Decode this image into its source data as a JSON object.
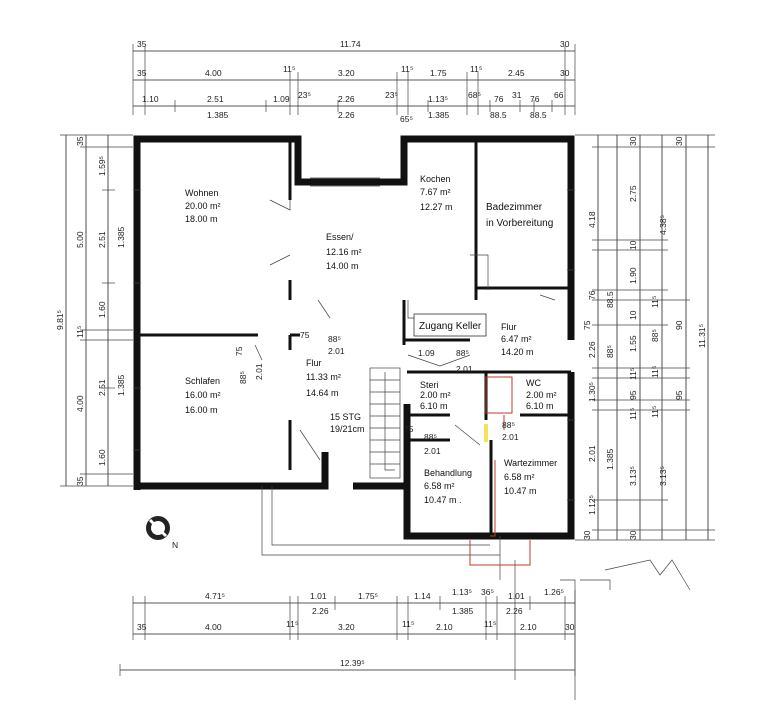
{
  "rooms": {
    "wohnen": {
      "name": "Wohnen",
      "area": "20.00 m²",
      "perimeter": "18.00 m"
    },
    "kochen": {
      "name": "Kochen",
      "area": "7.67 m²",
      "perimeter": "12.27 m"
    },
    "badezimmer": {
      "line1": "Badezimmer",
      "line2": "in Vorbereitung"
    },
    "essen": {
      "name": "Essen/",
      "area": "12.16 m²",
      "perimeter": "14.00 m"
    },
    "zugang": {
      "name": "Zugang Keller"
    },
    "flur_oben": {
      "name": "Flur",
      "area": "6.47 m²",
      "perimeter": "14.20 m"
    },
    "schlafen": {
      "name": "Schlafen",
      "area": "16.00 m²",
      "perimeter": "16.00 m"
    },
    "flur": {
      "name": "Flur",
      "area": "11.33 m²",
      "perimeter": "14.64 m"
    },
    "treppe": {
      "line1": "15 STG",
      "line2": "19/21cm"
    },
    "steri": {
      "name": "Steri",
      "area": "2.00 m²",
      "perimeter": "6.10 m"
    },
    "wc": {
      "name": "WC",
      "area": "2.00 m²",
      "perimeter": "6.10 m"
    },
    "behandlung": {
      "name": "Behandlung",
      "area": "6.58 m²",
      "perimeter": "10.47 m ."
    },
    "wartezimmer": {
      "name": "Wartezimmer",
      "area": "6.58 m²",
      "perimeter": "10.47 m"
    }
  },
  "dims_top": {
    "row1": [
      "35",
      "11.74",
      "30"
    ],
    "row2": [
      "35",
      "4.00",
      "11⁵",
      "3.20",
      "11⁵",
      "1.75",
      "11⁵",
      "2.45",
      "30"
    ],
    "row3a": [
      "1.10",
      "2.51",
      "1.09",
      "23⁵",
      "2.26",
      "23⁵",
      "1.13⁵",
      "68⁵",
      "76",
      "31",
      "76",
      "66"
    ],
    "row3b": [
      "1.385",
      "2.26",
      "65⁵",
      "1.385",
      "88.5",
      "88.5"
    ]
  },
  "dims_bottom": {
    "row1a": [
      "4.71⁵",
      "1.01",
      "1.75⁵",
      "1.14",
      "1.13⁵",
      "36⁵",
      "1.01",
      "1.26⁵"
    ],
    "row1b": [
      "2.26",
      "1.385",
      "2.26"
    ],
    "row2": [
      "35",
      "4.00",
      "11⁵",
      "3.20",
      "11⁵",
      "2.10",
      "11⁵",
      "2.10",
      "30"
    ],
    "row3": [
      "12.39⁵"
    ]
  },
  "dims_left": {
    "outer": [
      "9.81⁵"
    ],
    "a": [
      "35",
      "5.00",
      "11⁵",
      "4.00",
      "35"
    ],
    "b": [
      "1.59⁵",
      "2.51",
      "1.60",
      "2.51",
      "1.60"
    ],
    "c": [
      "1.385",
      "1.385"
    ]
  },
  "dims_right": {
    "a": [
      "4.18",
      "76",
      "2.26",
      "1.30⁵",
      "2.01",
      "1.12⁵"
    ],
    "b": [
      "88.5",
      "88⁵",
      "1.385"
    ],
    "c": [
      "30",
      "2.75",
      "10",
      "1.90",
      "10",
      "1.55",
      "11⁵",
      "95",
      "11⁵",
      "3.13⁵",
      "30"
    ],
    "d": [
      "4.38⁵",
      "11⁵",
      "88⁵",
      "11⁵",
      "11⁵",
      "3.13⁵"
    ],
    "e": [
      "30",
      "90",
      "95"
    ],
    "outer": [
      "11.31⁵"
    ]
  },
  "inner_dims": [
    "75",
    "88⁵",
    "2.01",
    "75",
    "88⁵",
    "2.01",
    "1.09",
    "88⁵",
    "2.01",
    "75",
    "88⁵",
    "2.01",
    "88⁵",
    "2.01",
    "75",
    "30"
  ],
  "compass_label": "N"
}
